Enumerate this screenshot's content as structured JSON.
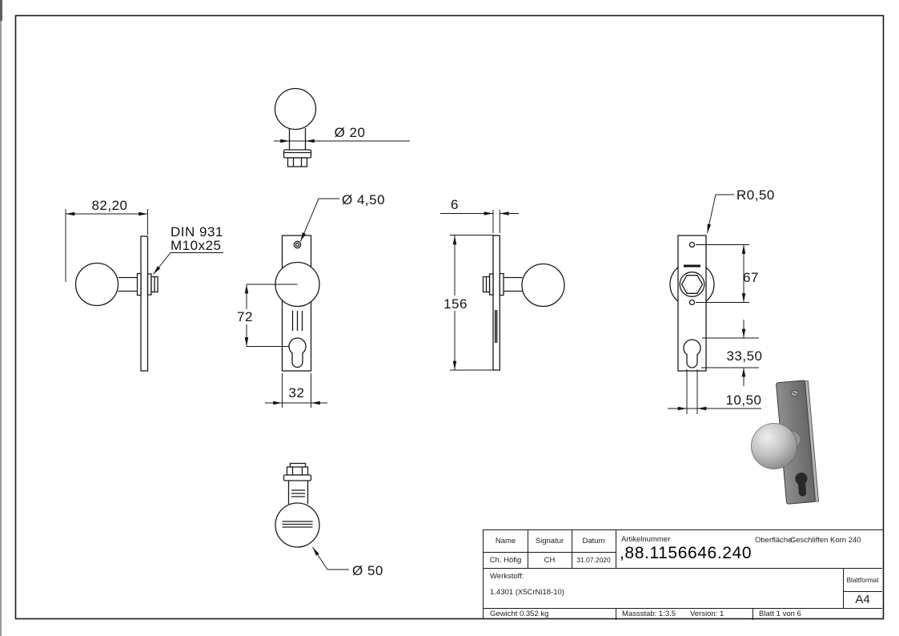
{
  "page": {
    "background": "#ffffff",
    "line_color": "#1a1a1a",
    "render_plate_color": "#7a7a7a",
    "render_ball_color": "#c9c9c9"
  },
  "views": {
    "top": {
      "knob_neck_diameter": "Ø 20"
    },
    "left_side": {
      "overall_depth": "82,20",
      "bolt_note_line1": "DIN 931",
      "bolt_note_line2": "M10x25"
    },
    "front": {
      "screw_hole_diameter": "Ø 4,50",
      "knob_to_cylinder_distance": "72",
      "plate_width": "32"
    },
    "right_side": {
      "plate_thickness": "6",
      "plate_height": "156"
    },
    "back": {
      "corner_radius": "R0,50",
      "screw_hole_spacing": "67",
      "keyhole_height": "33,50",
      "keyhole_width": "10,50"
    },
    "bottom": {
      "knob_ball_diameter": "Ø 50"
    }
  },
  "title_block": {
    "name_label": "Name",
    "signature_label": "Signatur",
    "date_label": "Datum",
    "name": "Ch. Höfig",
    "signature": "CH",
    "date": "31.07.2020",
    "article_number_label": "Artikelnummer",
    "article_number": ",88.1156646.240",
    "surface_label": "Oberfläche:",
    "surface": "Geschliffen Korn 240",
    "material_label": "Werkstoff:",
    "material": "1.4301 (X5CrNi18-10)",
    "sheet_format_label": "Blattformat",
    "sheet_format": "A4",
    "weight": "Gewicht 0.352 kg",
    "scale": "Massstab: 1:3.5",
    "version": "Version: 1",
    "sheet": "Blatt 1 von 6"
  }
}
